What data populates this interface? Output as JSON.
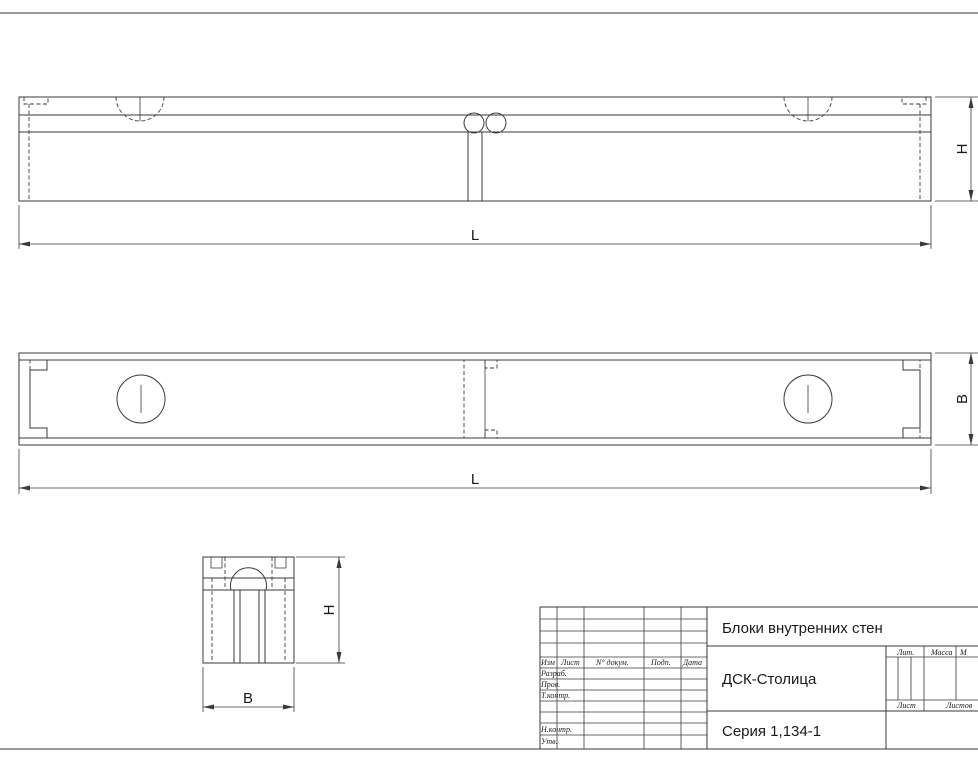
{
  "dimensions": {
    "top_length": "L",
    "top_height": "H",
    "mid_length": "L",
    "mid_width": "B",
    "section_height": "H",
    "section_width": "B"
  },
  "title_block": {
    "title": "Блоки внутренних стен",
    "organization": "ДСК-Столица",
    "series": "Серия 1,134-1",
    "header_cols": [
      "Изм",
      "Лист",
      "N° докум.",
      "Подп.",
      "Дата"
    ],
    "roles": [
      "Разраб.",
      "Пров.",
      "Т.контр.",
      "",
      "Н.контр.",
      "Утв."
    ],
    "right_header": [
      "Лит.",
      "Масса",
      "М"
    ],
    "sheet_labels": [
      "Лист",
      "Листов"
    ]
  }
}
